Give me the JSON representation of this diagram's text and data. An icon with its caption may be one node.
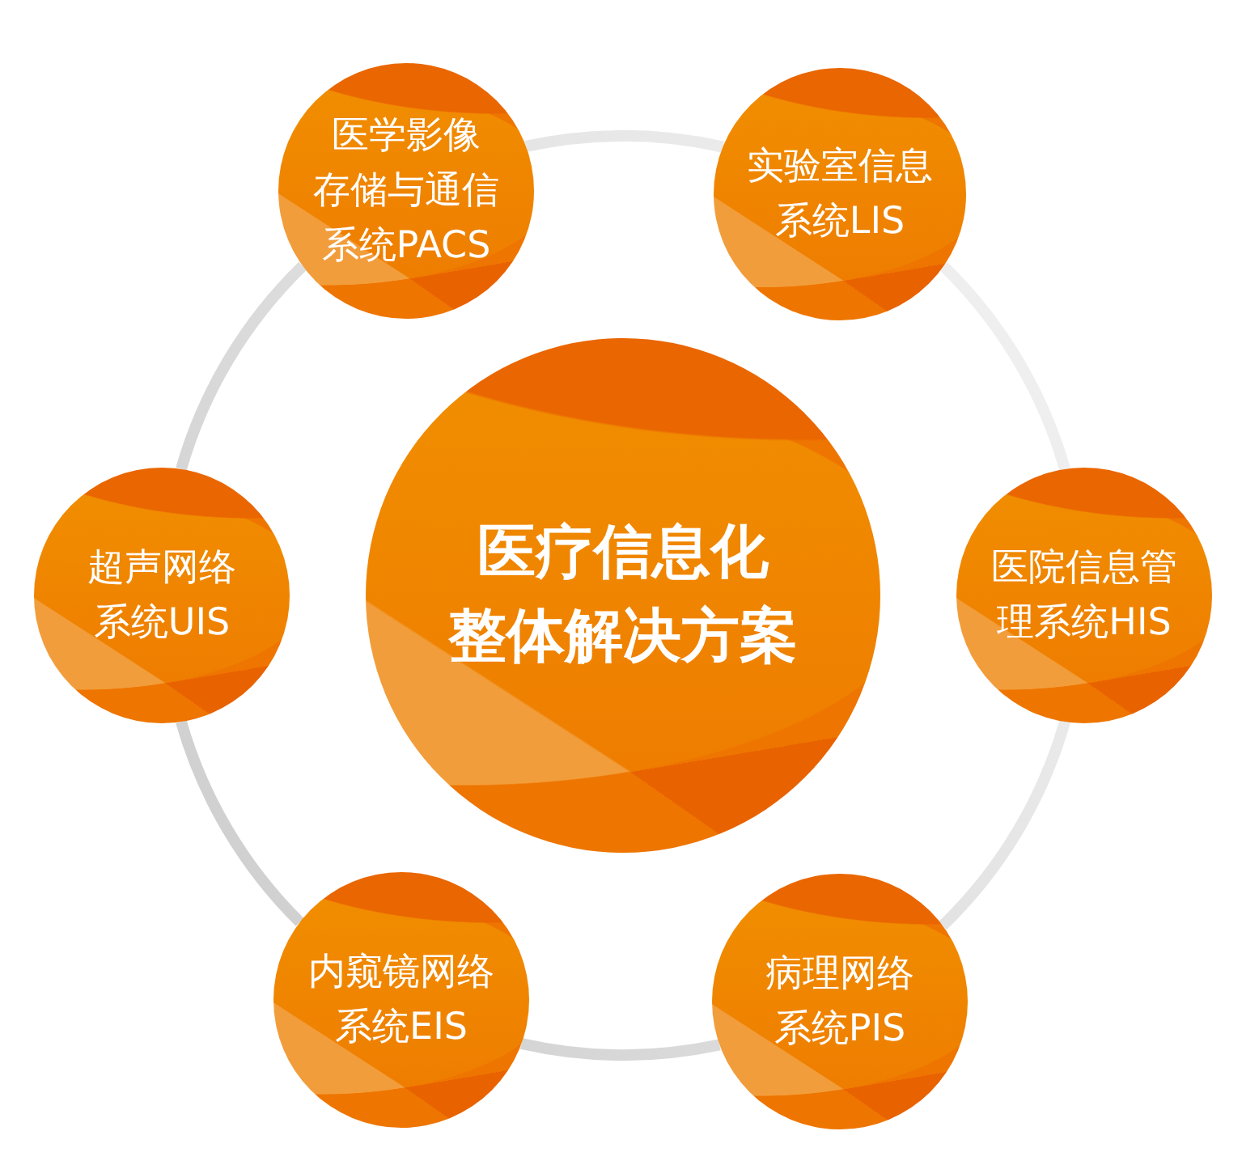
{
  "diagram": {
    "nodes": [
      {
        "text": [
          "医学影像存储与通信系统PACS"
        ]
      },
      {
        "text": [
          "实验室信息系统LIS"
        ]
      },
      {
        "text": [
          "超声网络系统UIS"
        ]
      },
      {
        "text": [
          "医疗信息化整体解决方案"
        ]
      },
      {
        "text": [
          "医院信息管理系统HIS"
        ]
      },
      {
        "text": [
          "内窥镜网络系统EIS"
        ]
      },
      {
        "text": [
          "病理网络系统PIS"
        ]
      }
    ],
    "edges": [
      {
        "from": 0,
        "to": 1,
        "arrow": "none"
      },
      {
        "from": 1,
        "to": 4,
        "arrow": "none"
      },
      {
        "from": 4,
        "to": 6,
        "arrow": "none"
      },
      {
        "from": 6,
        "to": 5,
        "arrow": "none"
      },
      {
        "from": 5,
        "to": 2,
        "arrow": "none"
      },
      {
        "from": 2,
        "to": 0,
        "arrow": "none"
      }
    ]
  }
}
